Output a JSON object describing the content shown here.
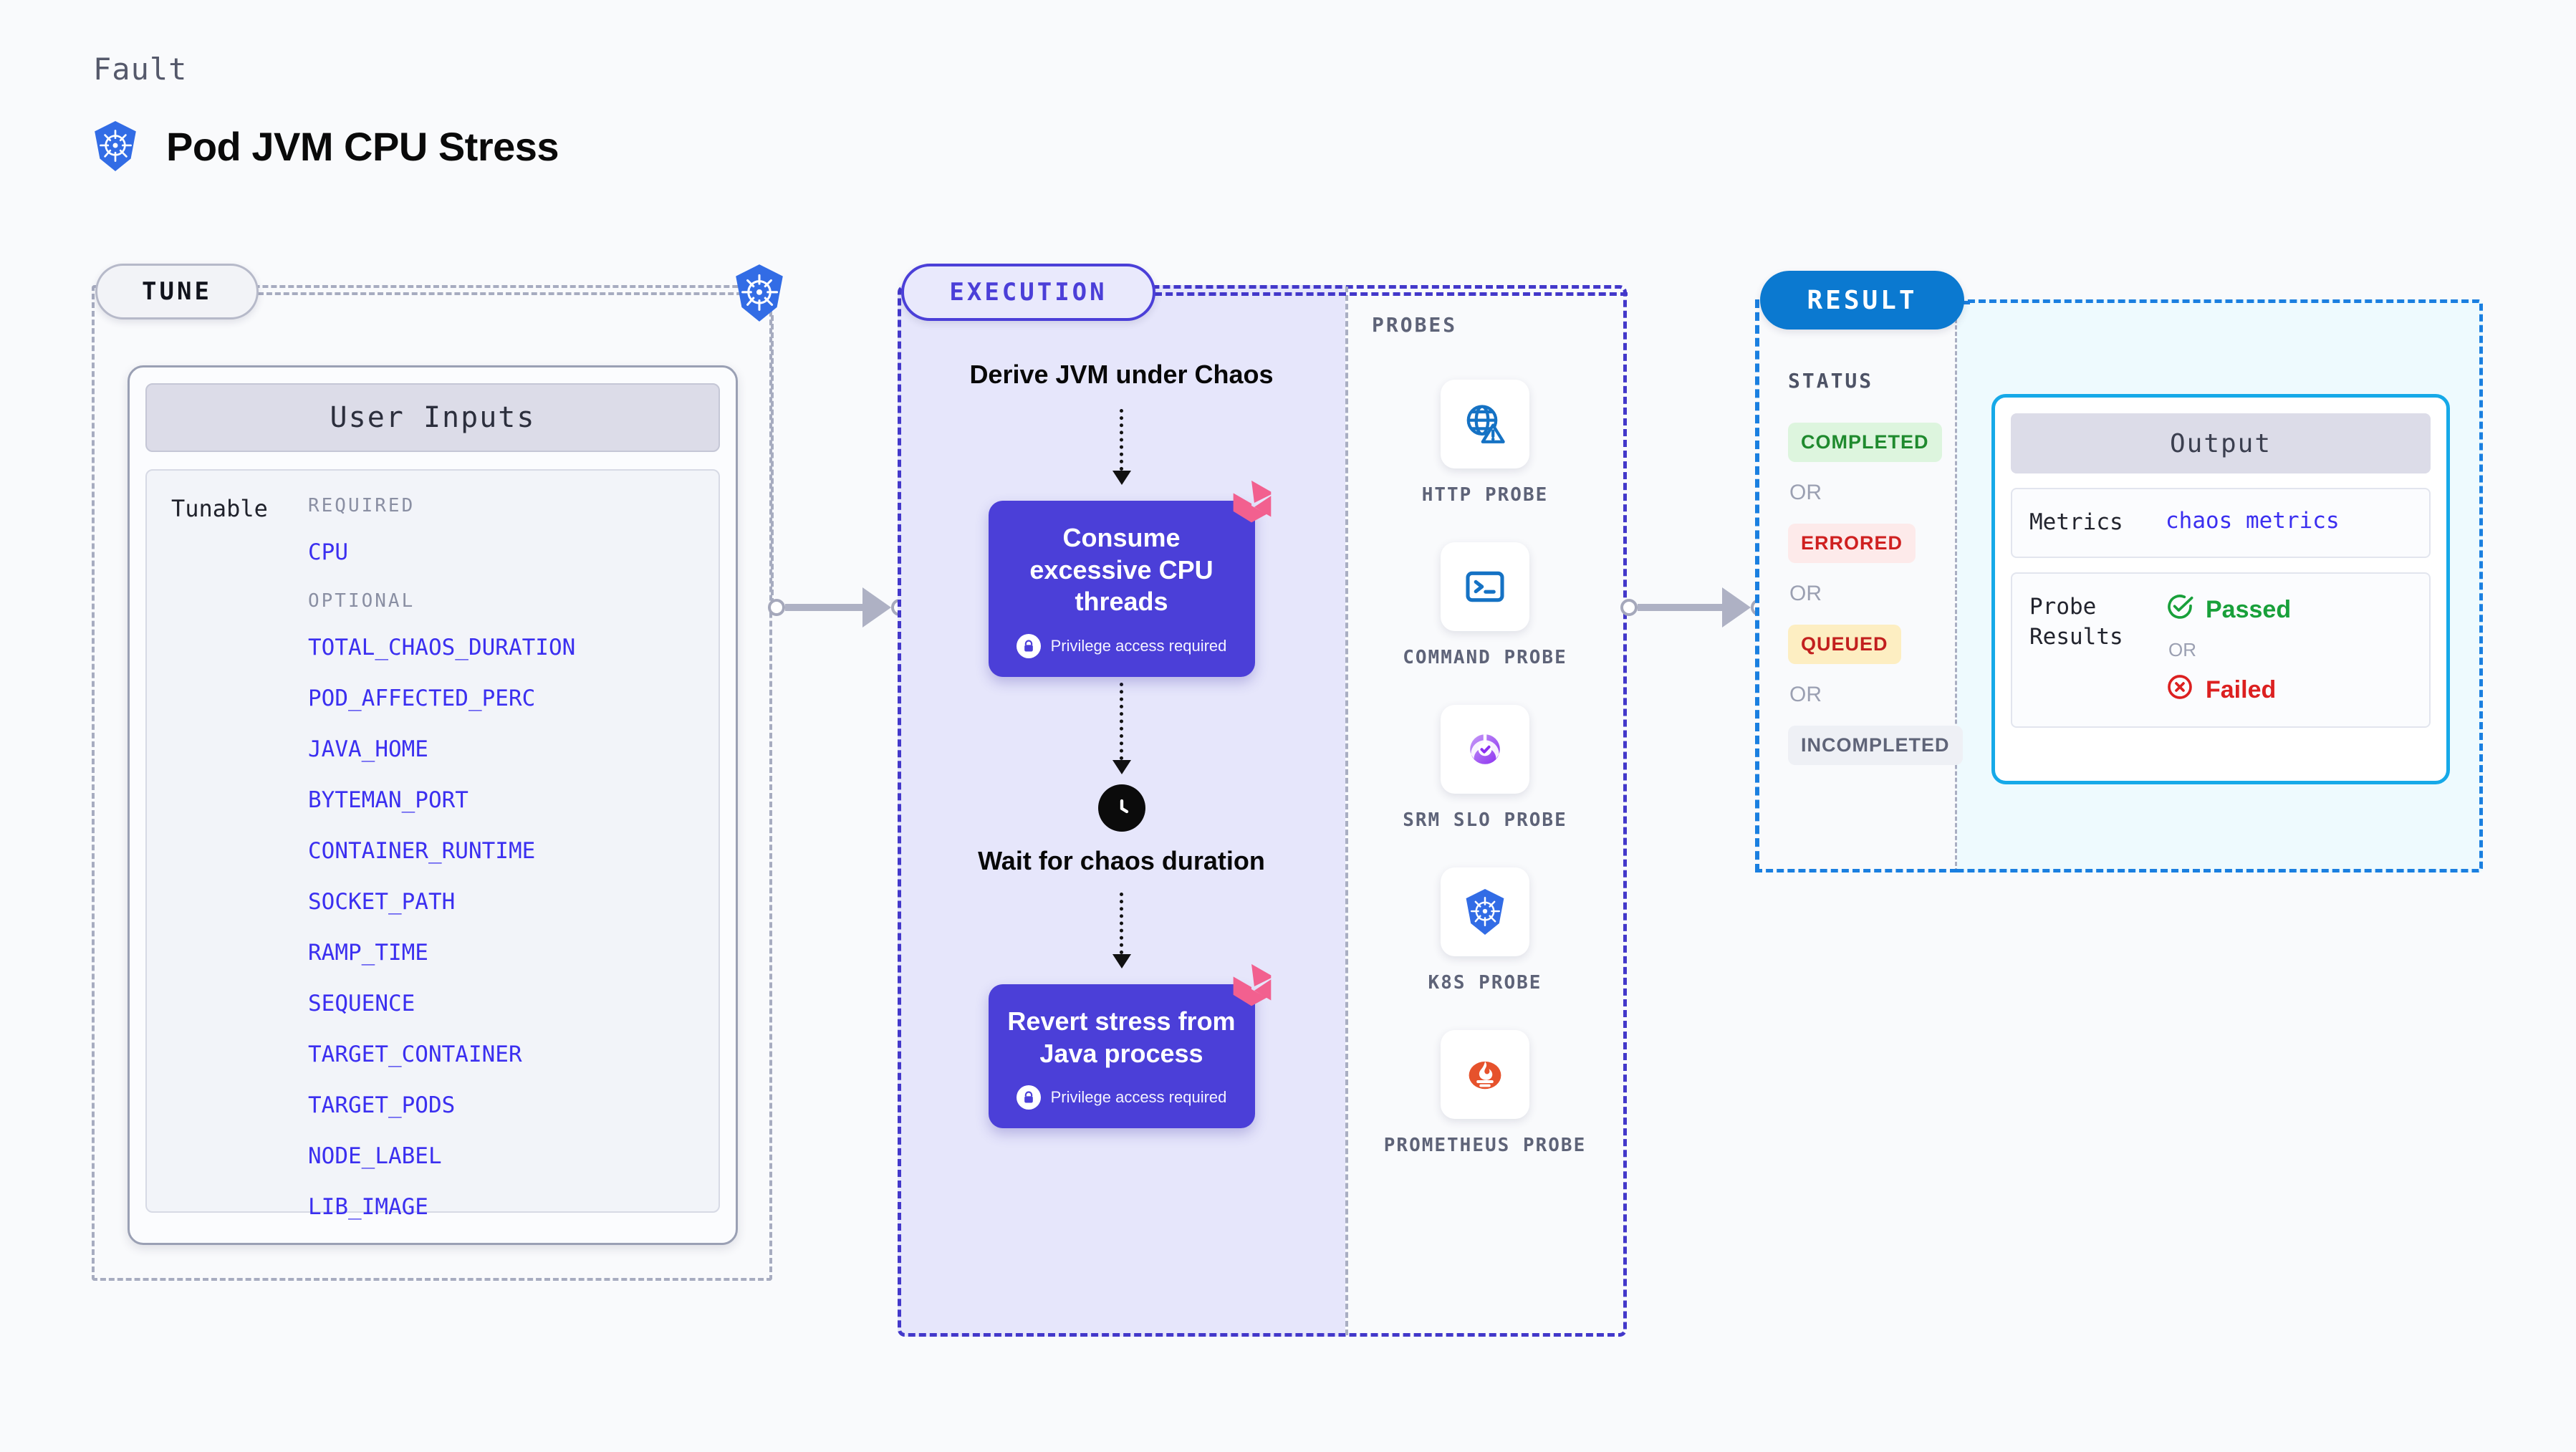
{
  "header": {
    "kicker": "Fault",
    "title": "Pod JVM CPU Stress",
    "icon": "kubernetes-icon"
  },
  "colors": {
    "page_bg": "#f9fafc",
    "tune_border": "#a7acc0",
    "execution_accent": "#4b3fd8",
    "execution_bg": "#e6e6fb",
    "result_accent": "#1a7fe0",
    "result_bg": "#eefafe",
    "output_border": "#16a9e8",
    "param_text": "#3b2ff0",
    "litmus_pink": "#f2608f",
    "kubernetes_blue": "#326ce5"
  },
  "tune": {
    "pill_label": "TUNE",
    "card_title": "User Inputs",
    "tunable_label": "Tunable",
    "required_label": "REQUIRED",
    "optional_label": "OPTIONAL",
    "required_params": [
      "CPU"
    ],
    "optional_params": [
      "TOTAL_CHAOS_DURATION",
      "POD_AFFECTED_PERC",
      "JAVA_HOME",
      "BYTEMAN_PORT",
      "CONTAINER_RUNTIME",
      "SOCKET_PATH",
      "RAMP_TIME",
      "SEQUENCE",
      "TARGET_CONTAINER",
      "TARGET_PODS",
      "NODE_LABEL",
      "LIB_IMAGE"
    ]
  },
  "execution": {
    "pill_label": "EXECUTION",
    "steps": [
      {
        "kind": "text",
        "title": "Derive JVM under Chaos"
      },
      {
        "kind": "card",
        "title": "Consume excessive CPU threads",
        "note": "Privilege access required",
        "badge": "litmus-icon",
        "lock": "lock-icon"
      },
      {
        "kind": "clock",
        "title": "Wait for chaos duration",
        "icon": "clock-icon"
      },
      {
        "kind": "card",
        "title": "Revert stress from Java process",
        "note": "Privilege access required",
        "badge": "litmus-icon",
        "lock": "lock-icon"
      }
    ]
  },
  "probes": {
    "label": "PROBES",
    "items": [
      {
        "name": "HTTP PROBE",
        "icon": "globe-warning-icon"
      },
      {
        "name": "COMMAND PROBE",
        "icon": "terminal-icon"
      },
      {
        "name": "SRM SLO PROBE",
        "icon": "srm-slo-icon"
      },
      {
        "name": "K8S PROBE",
        "icon": "kubernetes-icon"
      },
      {
        "name": "PROMETHEUS PROBE",
        "icon": "prometheus-icon"
      }
    ]
  },
  "result": {
    "pill_label": "RESULT",
    "status_label": "STATUS",
    "or_label": "OR",
    "statuses": [
      {
        "label": "COMPLETED",
        "text_color": "#1f8a2e",
        "bg_color": "#ddf5de"
      },
      {
        "label": "ERRORED",
        "text_color": "#cf2020",
        "bg_color": "#fdeaea"
      },
      {
        "label": "QUEUED",
        "text_color": "#c2201e",
        "bg_color": "#fdeec2"
      },
      {
        "label": "INCOMPLETED",
        "text_color": "#5f6478",
        "bg_color": "#eef0f5"
      }
    ],
    "output": {
      "title": "Output",
      "metrics_key": "Metrics",
      "metrics_value": "chaos metrics",
      "probe_results_key": "Probe Results",
      "passed_label": "Passed",
      "failed_label": "Failed",
      "or_label": "OR",
      "passed_color": "#18a03a",
      "failed_color": "#dc2020"
    }
  }
}
